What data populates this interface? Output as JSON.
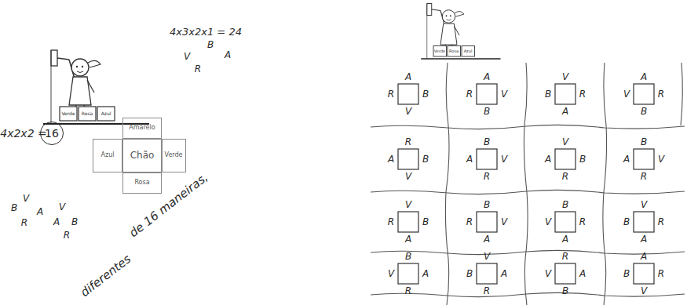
{
  "diagram": {
    "nodes": [
      {
        "text": [
          "16"
        ]
      },
      {
        "text": [
          "Amarelo"
        ]
      },
      {
        "text": [
          "Azul"
        ]
      },
      {
        "text": [
          "Chão"
        ]
      },
      {
        "text": [
          "Verde"
        ]
      },
      {
        "text": [
          "Rosa"
        ]
      }
    ],
    "labels": [
      "4x3x2x1 = 24",
      "B",
      "V",
      "A",
      "R",
      "4x2x2 =",
      "B",
      "V",
      "A",
      "R",
      "V",
      "A",
      "B",
      "R",
      "de 16 maneiras,",
      "diferentes",
      "Verde",
      "Rosa",
      "Azul",
      "Verde",
      "Rosa",
      "Azul",
      "A",
      "R",
      "B",
      "V",
      "A",
      "R",
      "V",
      "B",
      "V",
      "B",
      "R",
      "A",
      "A",
      "V",
      "R",
      "B",
      "R",
      "A",
      "B",
      "V",
      "B",
      "A",
      "V",
      "R",
      "V",
      "A",
      "B",
      "R",
      "B",
      "A",
      "V",
      "R",
      "V",
      "R",
      "B",
      "A",
      "B",
      "R",
      "V",
      "A",
      "B",
      "V",
      "R",
      "A",
      "V",
      "B",
      "R",
      "A",
      "B",
      "V",
      "A",
      "R",
      "V",
      "B",
      "A",
      "R",
      "R",
      "V",
      "A",
      "B",
      "A",
      "B",
      "R",
      "V"
    ]
  }
}
